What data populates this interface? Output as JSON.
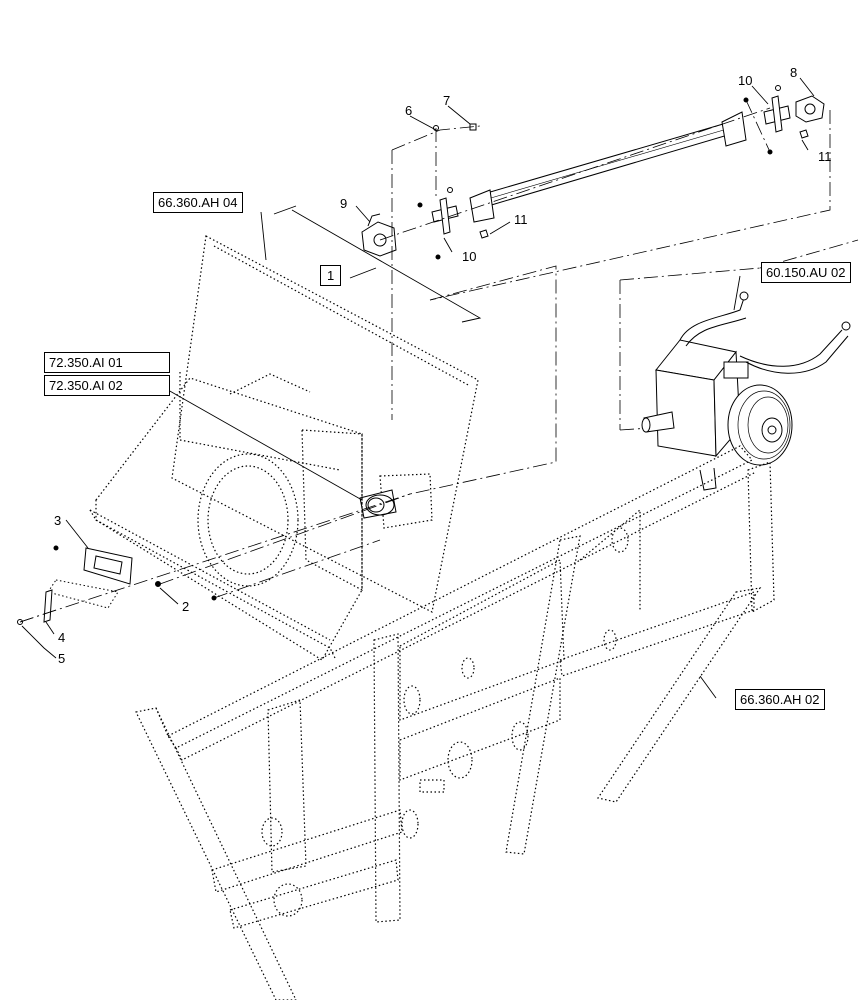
{
  "references": {
    "ref_66_360_ah_04": "66.360.AH 04",
    "ref_72_350_ai_01": "72.350.AI 01",
    "ref_72_350_ai_02": "72.350.AI 02",
    "ref_60_150_au_02": "60.150.AU 02",
    "ref_66_360_ah_02": "66.360.AH 02",
    "ref_1": "1"
  },
  "callouts": {
    "c2": "2",
    "c3": "3",
    "c4": "4",
    "c5": "5",
    "c6": "6",
    "c7": "7",
    "c8": "8",
    "c9": "9",
    "c10_top": "10",
    "c10_bottom": "10",
    "c11_top": "11",
    "c11_bottom": "11"
  }
}
